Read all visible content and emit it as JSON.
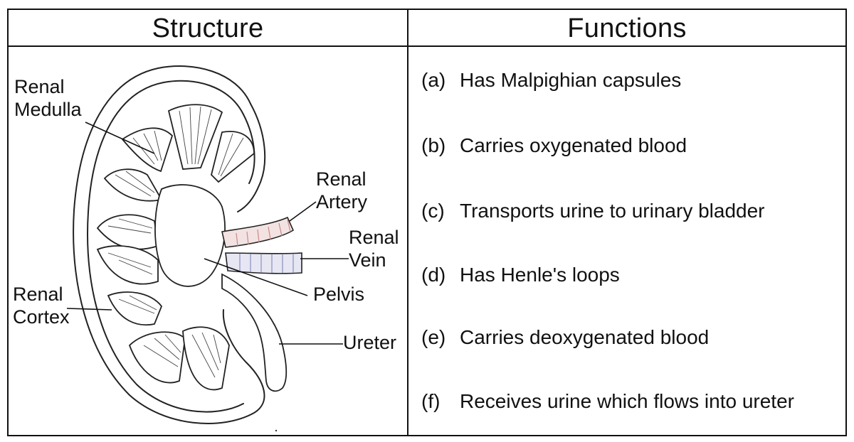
{
  "table": {
    "structure_header": "Structure",
    "functions_header": "Functions"
  },
  "diagram": {
    "labels": {
      "renal_medulla_line1": "Renal",
      "renal_medulla_line2": "Medulla",
      "renal_artery_line1": "Renal",
      "renal_artery_line2": "Artery",
      "renal_vein_line1": "Renal",
      "renal_vein_line2": "Vein",
      "pelvis": "Pelvis",
      "renal_cortex_line1": "Renal",
      "renal_cortex_line2": "Cortex",
      "ureter": "Ureter"
    },
    "colors": {
      "outline": "#222222",
      "artery": "#c98a8a",
      "vein": "#8a8fc0"
    }
  },
  "functions": [
    {
      "letter": "(a)",
      "text": "Has Malpighian capsules"
    },
    {
      "letter": "(b)",
      "text": "Carries oxygenated blood"
    },
    {
      "letter": "(c)",
      "text": "Transports urine to urinary bladder"
    },
    {
      "letter": "(d)",
      "text": "Has Henle's loops"
    },
    {
      "letter": "(e)",
      "text": "Carries deoxygenated blood"
    },
    {
      "letter": "(f)",
      "text": "Receives urine which flows into ureter"
    }
  ]
}
